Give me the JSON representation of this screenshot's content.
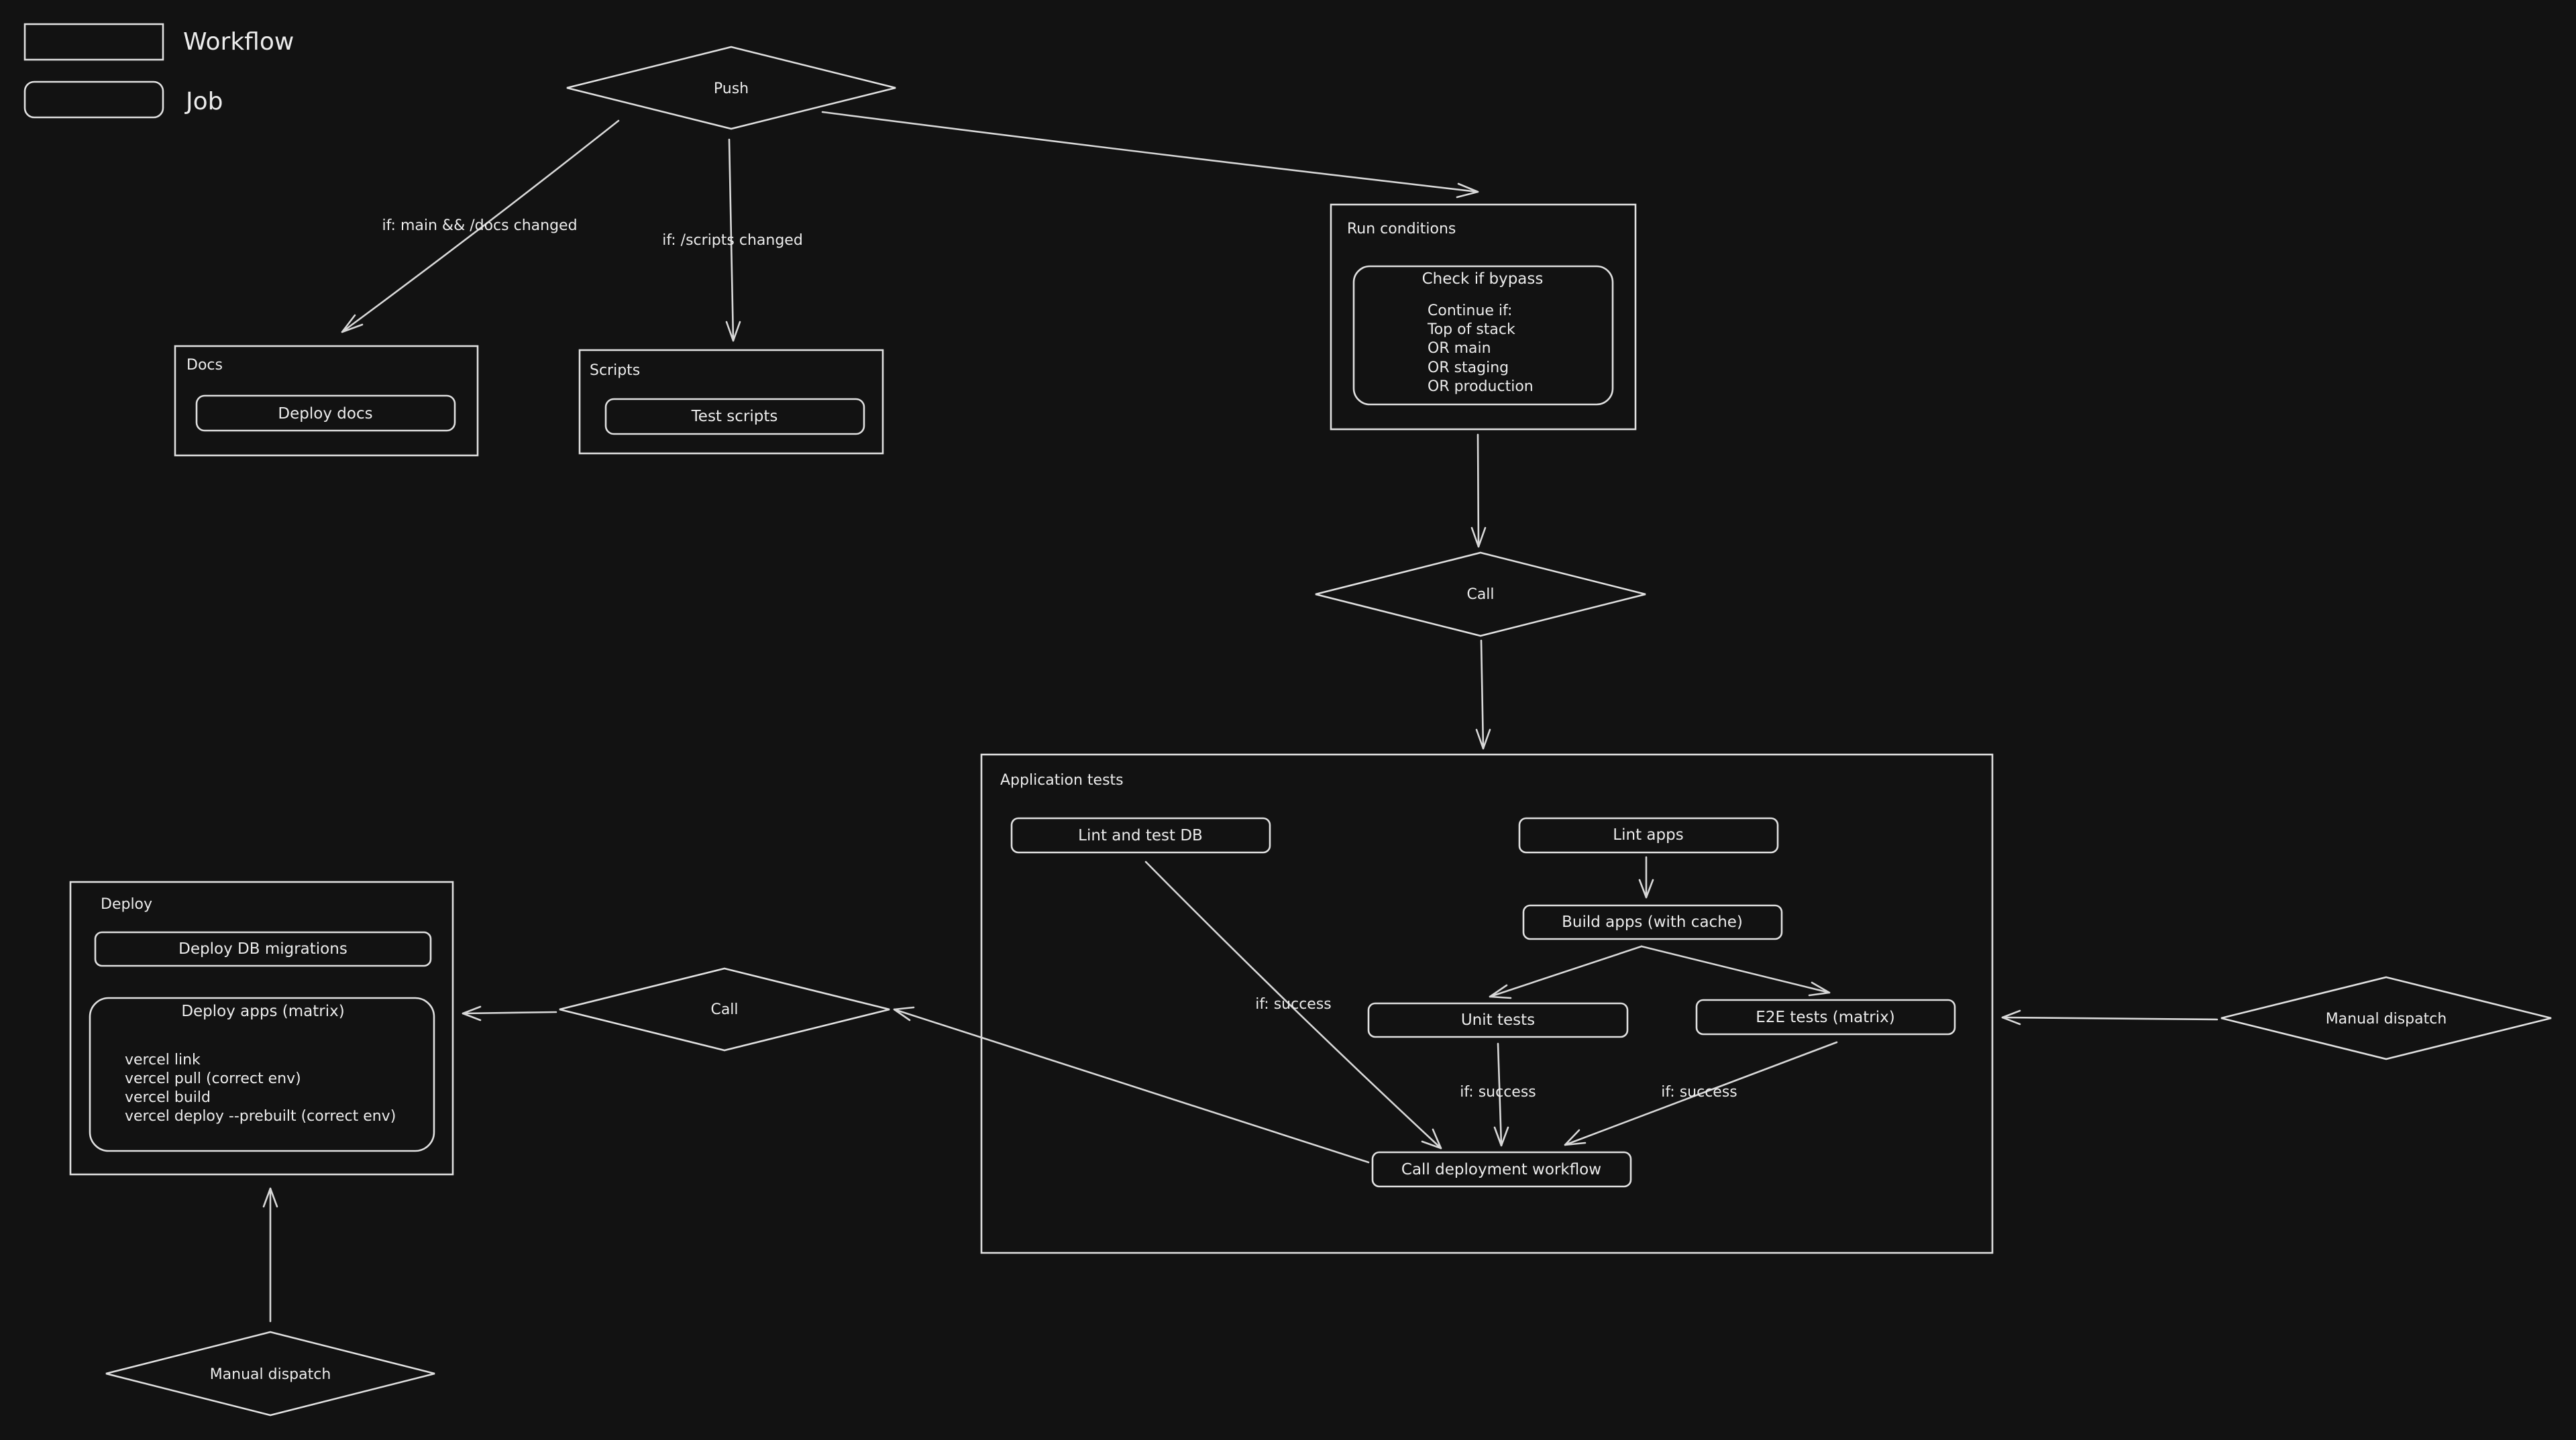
{
  "legend": {
    "workflow": "Workflow",
    "job": "Job"
  },
  "decisions": {
    "push": "Push",
    "call_top": "Call",
    "call_left": "Call",
    "manual_dispatch_right": "Manual dispatch",
    "manual_dispatch_bottom": "Manual dispatch"
  },
  "workflows": {
    "docs": {
      "title": "Docs",
      "job": "Deploy docs"
    },
    "scripts": {
      "title": "Scripts",
      "job": "Test scripts"
    },
    "run_conditions": {
      "title": "Run conditions",
      "job_title": "Check if bypass",
      "job_lines": [
        "Continue if:",
        "Top of stack",
        "OR main",
        "OR staging",
        "OR production"
      ]
    },
    "application_tests": {
      "title": "Application tests",
      "jobs": {
        "lint_test_db": "Lint and test DB",
        "lint_apps": "Lint apps",
        "build_apps": "Build apps (with cache)",
        "unit_tests": "Unit tests",
        "e2e_tests": "E2E tests (matrix)",
        "call_deployment": "Call deployment workflow"
      }
    },
    "deploy": {
      "title": "Deploy",
      "db_migrations": "Deploy DB migrations",
      "apps_title": "Deploy apps (matrix)",
      "apps_lines": [
        "vercel link",
        "vercel pull (correct env)",
        "vercel build",
        "vercel deploy --prebuilt (correct env)"
      ]
    }
  },
  "edge_labels": {
    "docs_condition": "if: main && /docs changed",
    "scripts_condition": "if: /scripts changed",
    "db_success": "if: success",
    "unit_success": "if: success",
    "e2e_success": "if: success"
  }
}
